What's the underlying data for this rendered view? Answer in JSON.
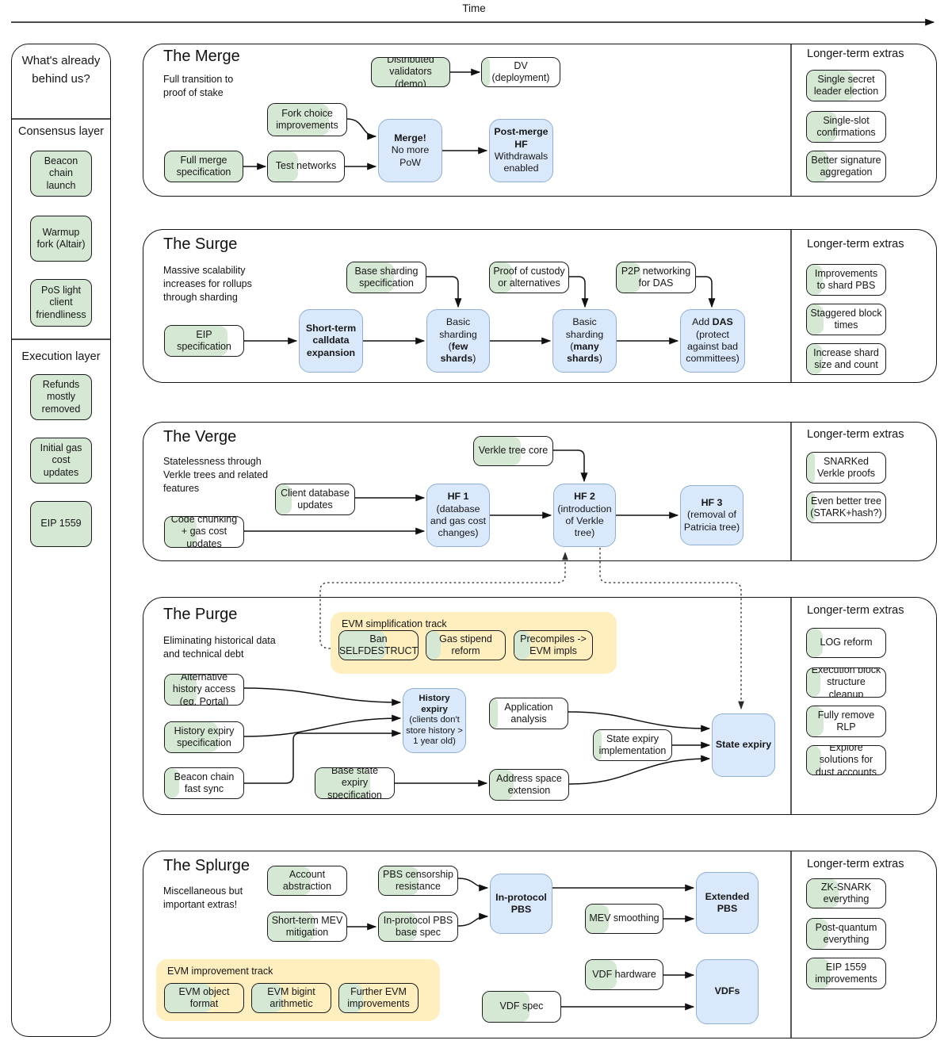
{
  "colors": {
    "done_green": "#d5e8d4",
    "milestone_blue": "#dae8fc",
    "milestone_blue_border": "#8fafd4",
    "track_yellow": "#ffeebe",
    "line": "#111111"
  },
  "timeline": {
    "label": "Time"
  },
  "sidebar": {
    "title": "What's already behind us?",
    "consensus_label": "Consensus layer",
    "beacon": "Beacon chain launch",
    "warmup": "Warmup fork (Altair)",
    "pos_light": "PoS light client friendliness",
    "execution_label": "Execution layer",
    "refunds": "Refunds mostly removed",
    "gas_updates": "Initial gas cost updates",
    "eip1559": "EIP 1559"
  },
  "merge": {
    "title": "The Merge",
    "subtitle": "Full transition to proof of stake",
    "extras_title": "Longer-term extras",
    "nodes": {
      "dv_demo": {
        "label": "Distributed validators (demo)",
        "progress": 1
      },
      "dv_deploy": {
        "label": "DV (deployment)",
        "progress": 0.1
      },
      "fork_choice": {
        "label": "Fork choice improvements",
        "progress": 0.78
      },
      "full_merge_spec": {
        "label": "Full merge specification",
        "progress": 1
      },
      "test_networks": {
        "label": "Test networks",
        "progress": 0.4
      },
      "merge": {
        "title": "Merge!",
        "sub": "No more PoW"
      },
      "post_merge": {
        "title": "Post-merge HF",
        "sub": "Withdrawals enabled"
      }
    },
    "extras": {
      "ssle": {
        "label": "Single secret leader election",
        "progress": 0.6
      },
      "ssc": {
        "label": "Single-slot confirmations",
        "progress": 0.38
      },
      "bsa": {
        "label": "Better signature aggregation",
        "progress": 0.28
      }
    }
  },
  "surge": {
    "title": "The Surge",
    "subtitle": "Massive scalability increases for rollups through sharding",
    "extras_title": "Longer-term extras",
    "nodes": {
      "base_spec": {
        "label": "Base sharding specification",
        "progress": 0.6
      },
      "eip_spec": {
        "label": "EIP specification",
        "progress": 0.8
      },
      "calldata": {
        "title": "Short-term calldata expansion"
      },
      "basic_few": {
        "line": "Basic sharding",
        "sub_pre": "(",
        "sub_bold": "few shards",
        "sub_post": ")"
      },
      "proof_custody": {
        "label": "Proof of custody or alternatives",
        "progress": 0.28
      },
      "basic_many": {
        "line": "Basic sharding",
        "sub_pre": "(",
        "sub_bold": "many shards",
        "sub_post": ")"
      },
      "p2p_das": {
        "label": "P2P networking for DAS",
        "progress": 0.3
      },
      "add_das": {
        "title_pre": "Add ",
        "title_bold": "DAS",
        "sub": "(protect against bad committees)"
      }
    },
    "extras": {
      "shard_pbs": {
        "label": "Improvements to shard PBS",
        "progress": 0.2
      },
      "staggered": {
        "label": "Staggered block times",
        "progress": 0.21
      },
      "shard_size": {
        "label": "Increase shard size and count",
        "progress": 0.2
      }
    }
  },
  "verge": {
    "title": "The Verge",
    "subtitle": "Statelessness through Verkle trees and related features",
    "extras_title": "Longer-term extras",
    "nodes": {
      "verkle_core": {
        "label": "Verkle tree core",
        "progress": 0.6
      },
      "client_db": {
        "label": "Client database updates",
        "progress": 0.2
      },
      "code_chunking": {
        "label": "Code chunking + gas cost updates",
        "progress": 0.4
      },
      "hf1": {
        "title": "HF 1",
        "sub": "(database and gas cost changes)"
      },
      "hf2": {
        "title": "HF 2",
        "sub": "(introduction of Verkle tree)"
      },
      "hf3": {
        "title": "HF 3",
        "sub": "(removal of Patricia tree)"
      }
    },
    "extras": {
      "snarked": {
        "label": "SNARKed Verkle proofs",
        "progress": 0.1
      },
      "better_tree": {
        "label": "Even better tree (STARK+hash?)",
        "progress": 0.1
      }
    }
  },
  "purge": {
    "title": "The Purge",
    "subtitle": "Eliminating historical data and technical debt",
    "extras_title": "Longer-term extras",
    "track_label": "EVM simplification track",
    "nodes": {
      "ban_selfdestruct": {
        "label": "Ban SELFDESTRUCT",
        "progress": 0.6
      },
      "gas_stipend": {
        "label": "Gas stipend reform",
        "progress": 0.18
      },
      "precompiles": {
        "label": "Precompiles -> EVM impls",
        "progress": 0.2
      },
      "alt_history": {
        "label": "Alternative history access (eg. Portal)",
        "progress": 0.4
      },
      "history_spec": {
        "label": "History expiry specification",
        "progress": 0.68
      },
      "beacon_sync": {
        "label": "Beacon chain fast sync",
        "progress": 0.18
      },
      "base_state": {
        "label": "Base state expiry specification",
        "progress": 0.7
      },
      "history_expiry": {
        "title": "History expiry",
        "sub": "(clients don't store history > 1 year old)"
      },
      "app_analysis": {
        "label": "Application analysis",
        "progress": 0.1
      },
      "state_impl": {
        "label": "State expiry implementation",
        "progress": 0.1
      },
      "addr_space": {
        "label": "Address space extension",
        "progress": 0.3
      },
      "state_expiry": {
        "title": "State expiry"
      }
    },
    "extras": {
      "log_reform": {
        "label": "LOG reform",
        "progress": 0.2
      },
      "exec_cleanup": {
        "label": "Execution block structure cleanup",
        "progress": 0.17
      },
      "remove_rlp": {
        "label": "Fully remove RLP",
        "progress": 0.21
      },
      "dust": {
        "label": "Explore solutions for dust accounts",
        "progress": 0.18
      }
    }
  },
  "splurge": {
    "title": "The Splurge",
    "subtitle": "Miscellaneous but important extras!",
    "extras_title": "Longer-term extras",
    "track_label": "EVM improvement track",
    "nodes": {
      "account_abs": {
        "label": "Account abstraction",
        "progress": 0.55
      },
      "pbs_censor": {
        "label": "PBS censorship resistance",
        "progress": 0.5
      },
      "short_mev": {
        "label": "Short-term MEV mitigation",
        "progress": 0.6
      },
      "pbs_base": {
        "label": "In-protocol PBS base spec",
        "progress": 0.48
      },
      "inproto_pbs": {
        "title": "In-protocol PBS"
      },
      "mev_smoothing": {
        "label": "MEV smoothing",
        "progress": 0.3
      },
      "extended_pbs": {
        "title": "Extended PBS"
      },
      "evm_object": {
        "label": "EVM object format",
        "progress": 0.6
      },
      "evm_bigint": {
        "label": "EVM bigint arithmetic",
        "progress": 0.38
      },
      "further_evm": {
        "label": "Further EVM improvements",
        "progress": 0.3
      },
      "vdf_hardware": {
        "label": "VDF hardware",
        "progress": 0.4
      },
      "vdf_spec": {
        "label": "VDF spec",
        "progress": 0.6
      },
      "vdfs": {
        "title": "VDFs"
      }
    },
    "extras": {
      "zk_snark": {
        "label": "ZK-SNARK everything",
        "progress": 0.4
      },
      "post_quantum": {
        "label": "Post-quantum everything",
        "progress": 0.27
      },
      "eip1559_improve": {
        "label": "EIP 1559 improvements",
        "progress": 0.29
      }
    }
  }
}
